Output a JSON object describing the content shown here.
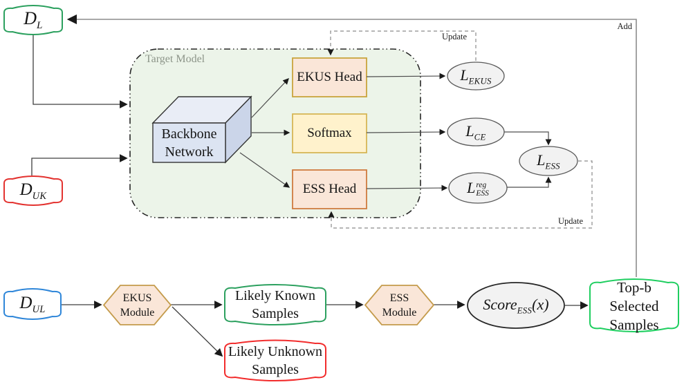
{
  "figure": {
    "target_model_label": "Target Model",
    "edge_labels": {
      "add": "Add",
      "update_top": "Update",
      "update_bottom": "Update"
    }
  },
  "nodes": {
    "d_l": {
      "base": "D",
      "sub": "L"
    },
    "d_uk": {
      "base": "D",
      "sub": "UK"
    },
    "d_ul": {
      "base": "D",
      "sub": "UL"
    },
    "backbone": {
      "line1": "Backbone",
      "line2": "Network"
    },
    "ekus_head": {
      "label": "EKUS Head"
    },
    "softmax": {
      "label": "Softmax"
    },
    "ess_head": {
      "label": "ESS Head"
    },
    "l_ekus": {
      "base": "L",
      "sub": "EKUS"
    },
    "l_ce": {
      "base": "L",
      "sub": "CE"
    },
    "l_ess_reg": {
      "base": "L",
      "sup": "reg",
      "sub": "ESS"
    },
    "l_ess": {
      "base": "L",
      "sub": "ESS"
    },
    "ekus_module": {
      "line1": "EKUS",
      "line2": "Module"
    },
    "likely_known": {
      "line1": "Likely Known",
      "line2": "Samples"
    },
    "likely_unknown": {
      "line1": "Likely Unknown",
      "line2": "Samples"
    },
    "ess_module": {
      "line1": "ESS",
      "line2": "Module"
    },
    "score_ess": {
      "base": "Score",
      "sub": "ESS",
      "suffix": "(x)"
    },
    "top_b": {
      "line1": "Top-b",
      "line2": "Selected",
      "line3": "Samples"
    }
  },
  "colors": {
    "container_fill": "#ECF4E9",
    "container_label": "#8D9589",
    "green_border": "#2BA05E",
    "bright_green_border": "#1FCE60",
    "red_border": "#E3322F",
    "bright_red_border": "#F22B2B",
    "blue_border": "#2E86D9",
    "peach_fill": "#FAE6D8",
    "gold_stroke": "#C9A43D",
    "orange_stroke": "#CF7B3F",
    "yellow_fill": "#FFF2CC",
    "yellow_stroke": "#D6B656",
    "cube_front": "#DCE4F2",
    "cube_top": "#E9EDF6",
    "cube_right": "#CBD5E9",
    "ellipse_fill": "#F2F2F2",
    "ellipse_stroke": "#595959",
    "arrow_color": "#4D4D4D",
    "feedback_line": "#8C8C8C"
  }
}
